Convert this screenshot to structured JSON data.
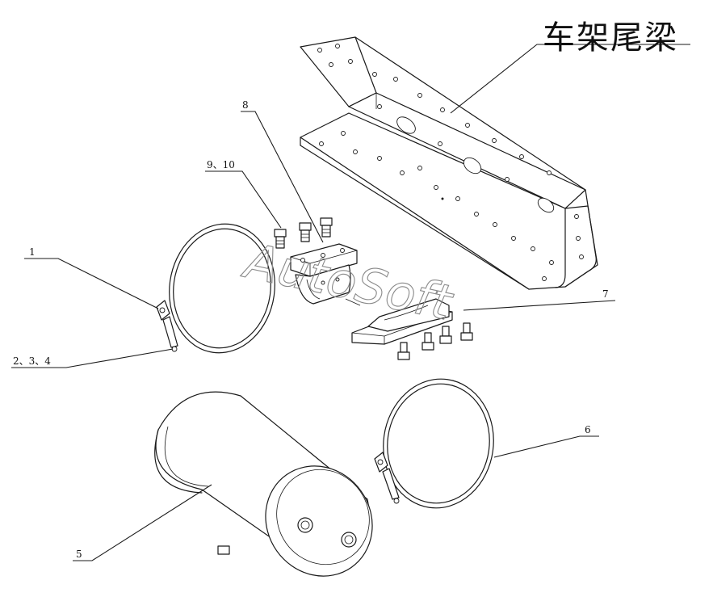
{
  "title": "车架尾梁",
  "watermark": "AutoSoft",
  "labels": {
    "p1": "1",
    "p234": "2、3、4",
    "p5": "5",
    "p6": "6",
    "p7": "7",
    "p8": "8",
    "p910": "9、10"
  }
}
